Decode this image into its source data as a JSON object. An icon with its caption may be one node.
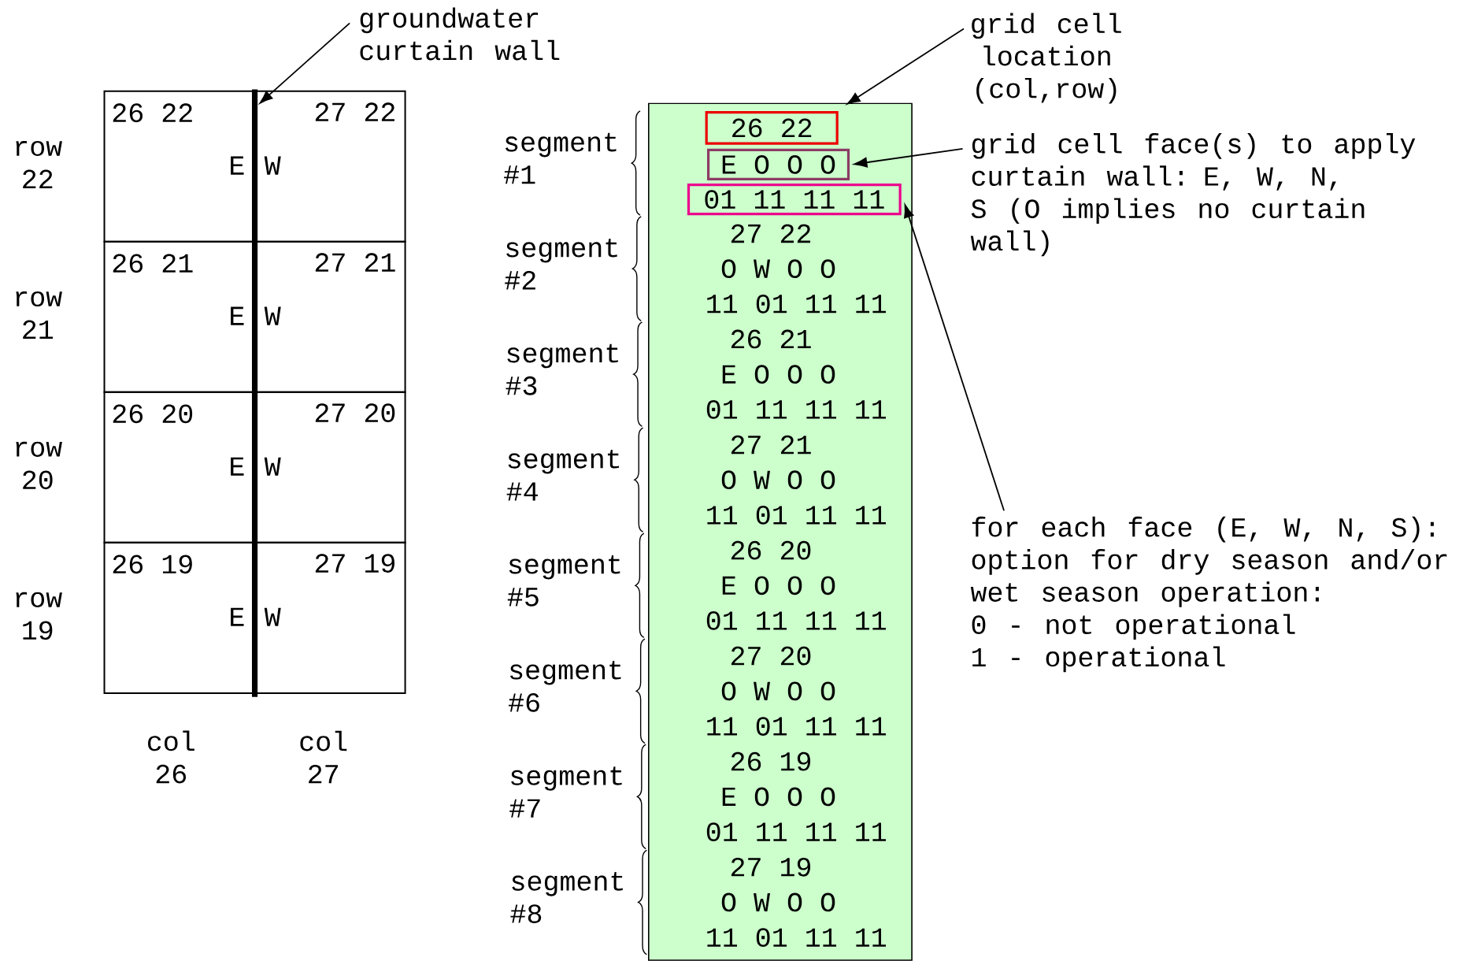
{
  "diagram": {
    "nodes": [
      {
        "text": [
          "groundwater curtain wall"
        ]
      },
      {
        "text": [],
        "shape": "bar"
      },
      {
        "text": [
          "26 22",
          "E"
        ]
      },
      {
        "text": [
          "27 22",
          "W"
        ]
      },
      {
        "text": [
          "26 21",
          "E"
        ]
      },
      {
        "text": [
          "27 21",
          "W"
        ]
      },
      {
        "text": [
          "26 20",
          "E"
        ]
      },
      {
        "text": [
          "27 20",
          "W"
        ]
      },
      {
        "text": [
          "26 19",
          "E"
        ]
      },
      {
        "text": [
          "27 19",
          "W"
        ]
      },
      {
        "text": [
          "grid cell location (col,row)"
        ]
      },
      {
        "text": [],
        "shape": "box"
      },
      {
        "text": [
          "26 22"
        ],
        "in": 11
      },
      {
        "text": [
          "E O O O"
        ],
        "in": 11
      },
      {
        "text": [
          "01 11 11 11"
        ],
        "in": 11
      },
      {
        "text": [
          "grid cell face(s) to apply curtain wall: E, W, N, S (O implies no curtain wall)"
        ]
      },
      {
        "text": [
          "for each face (E, W, N, S): option for dry season and/or wet season operation:",
          "0 - not operational",
          "1 - operational"
        ]
      }
    ],
    "edges": [
      {
        "from": 0,
        "to": 1,
        "arrow": "to"
      },
      {
        "from": 10,
        "to": 12,
        "arrow": "to"
      },
      {
        "from": 15,
        "to": 13,
        "arrow": "to"
      },
      {
        "from": 16,
        "to": 14,
        "arrow": "to"
      }
    ],
    "labels": [
      "row 22",
      "row 21",
      "row 20",
      "row 19",
      "col 26",
      "col 27",
      "segment #1",
      "segment #2",
      "27 22",
      "O W O O",
      "11 01 11 11",
      "segment #3",
      "26 21",
      "E O O O",
      "01 11 11 11",
      "segment #4",
      "27 21",
      "O W O O",
      "11 01 11 11",
      "segment #5",
      "26 20",
      "E O O O",
      "01 11 11 11",
      "segment #6",
      "27 20",
      "O W O O",
      "11 01 11 11",
      "segment #7",
      "26 19",
      "E O O O",
      "01 11 11 11",
      "segment #8",
      "27 19",
      "O W O O",
      "11 01 11 11"
    ]
  }
}
